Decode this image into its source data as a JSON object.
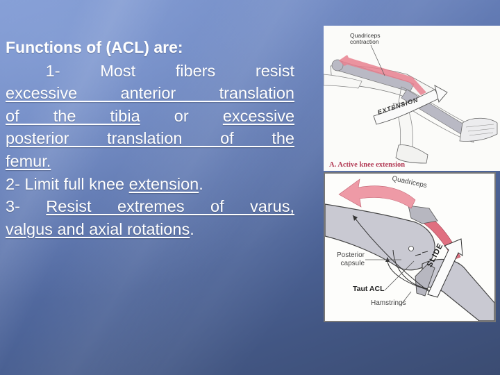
{
  "slide": {
    "heading": "Functions of (ACL)  are:",
    "point1": {
      "line1": {
        "num": "1-",
        "w1": "Most",
        "w2": "fibers",
        "w3": "resist"
      },
      "underlined_a": "excessive anterior translation",
      "line3": {
        "a": "of the tibia",
        "or": "or",
        "b": "excessive"
      },
      "underlined_b": "posterior translation of the",
      "underlined_c": "femur."
    },
    "point2": {
      "prefix": "2- Limit full knee ",
      "underlined": "extension",
      "suffix": "."
    },
    "point3": {
      "prefix": "3- ",
      "underlined_a": "Resist extremes of varus,",
      "underlined_b": "valgus and axial rotations",
      "suffix": "."
    }
  },
  "figure_top": {
    "label_quadriceps": "Quadriceps\ncontraction",
    "label_quadriceps_line1": "Quadriceps",
    "label_quadriceps_line2": "contraction",
    "arrow_label": "EXTENSION",
    "caption": "A. Active knee extension",
    "accent_color": "#e0707f"
  },
  "figure_bottom": {
    "label_quadriceps": "Quadriceps",
    "label_posterior_line1": "Posterior",
    "label_posterior_line2": "capsule",
    "label_taut_acl": "Taut ACL",
    "label_hamstrings": "Hamstrings",
    "arrow_label": "SLIDE",
    "accent_color": "#e0707f",
    "bone_color": "#c9c9d2"
  },
  "theme": {
    "background_start": "#7d96cf",
    "background_end": "#3b4c72",
    "text_color": "#ffffff"
  }
}
